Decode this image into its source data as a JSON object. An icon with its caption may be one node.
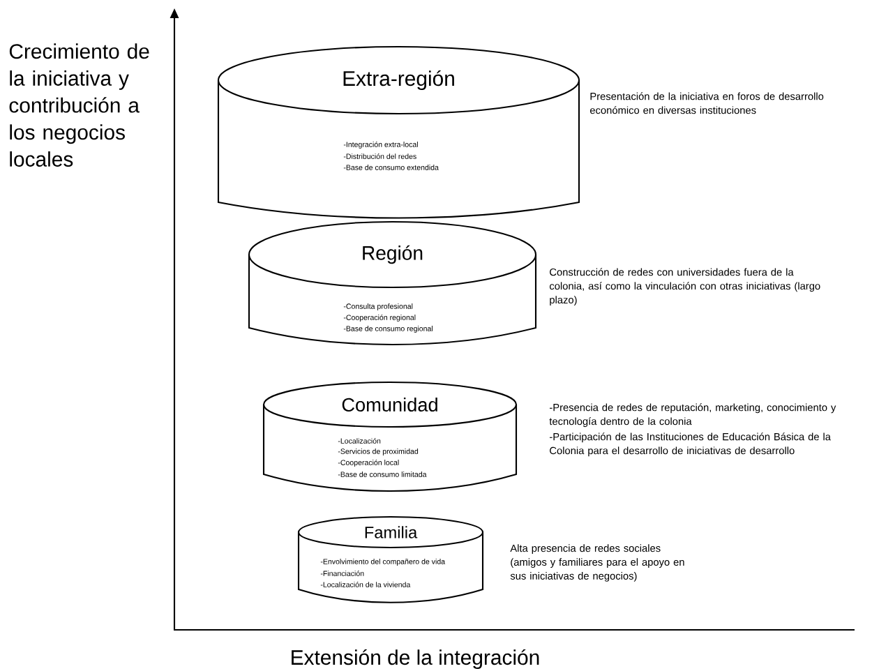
{
  "diagram": {
    "nodes": [
      {
        "text": [
          "Extra-región",
          "-Integración extra-local",
          "-Distribución del redes",
          "-Base de consumo extendida"
        ],
        "beside": [
          "Presentación de la iniciativa en foros de desarrollo económico en diversas instituciones"
        ]
      },
      {
        "text": [
          "Región",
          "-Consulta profesional",
          "-Cooperación regional",
          "-Base de consumo regional"
        ],
        "beside": [
          "Construcción de redes con universidades fuera de la colonia, así como la vinculación con otras iniciativas (largo plazo)"
        ]
      },
      {
        "text": [
          "Comunidad",
          "-Localización",
          "-Servicios de proximidad",
          "-Cooperación local",
          "-Base de consumo limitada"
        ],
        "beside": [
          "-Presencia de redes de reputación, marketing, conocimiento y tecnología dentro de la colonia",
          "-Participación de las Instituciones de Educación Básica de la Colonia para el desarrollo de iniciativas de desarrollo"
        ]
      },
      {
        "text": [
          "Familia",
          "-Envolvimiento del compañero de vida",
          "-Financiación",
          "-Localización de la vivienda"
        ],
        "beside": [
          "Alta presencia de redes sociales (amigos y familiares para el apoyo en sus iniciativas de negocios)"
        ]
      }
    ],
    "labels": [
      "Crecimiento de la iniciativa y contribución a los negocios locales",
      "Extensión de la integración"
    ]
  }
}
